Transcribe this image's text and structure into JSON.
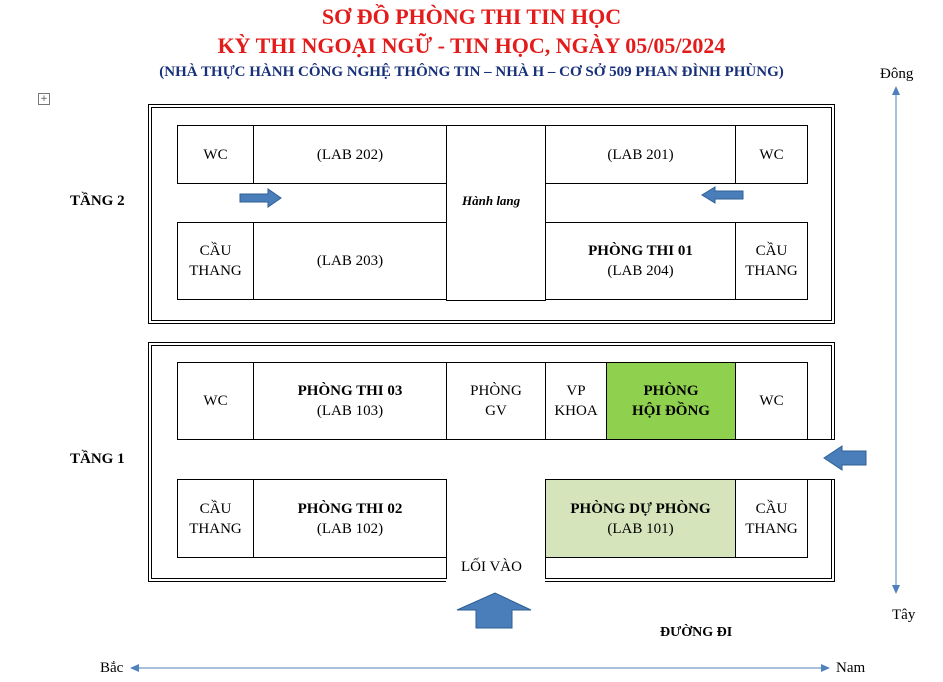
{
  "title": {
    "line1": "SƠ ĐỒ PHÒNG THI TIN HỌC",
    "line2": "KỲ THI NGOẠI NGỮ - TIN HỌC, NGÀY 05/05/2024",
    "line3": "(NHÀ THỰC HÀNH CÔNG NGHỆ THÔNG TIN – NHÀ H – CƠ SỞ 509 PHAN ĐÌNH PHÙNG)"
  },
  "directions": {
    "east": "Đông",
    "west": "Tây",
    "north": "Bắc",
    "south": "Nam"
  },
  "floor2": {
    "label": "TẦNG 2",
    "corridor": "Hành lang",
    "wc_left": "WC",
    "lab202": "(LAB 202)",
    "lab201": "(LAB 201)",
    "wc_right": "WC",
    "stairs_left": [
      "CẦU",
      "THANG"
    ],
    "lab203": "(LAB 203)",
    "exam01": {
      "name": "PHÒNG THI 01",
      "lab": "(LAB 204)"
    },
    "stairs_right": [
      "CẦU",
      "THANG"
    ]
  },
  "floor1": {
    "label": "TẦNG 1",
    "wc_left": "WC",
    "exam03": {
      "name": "PHÒNG THI 03",
      "lab": "(LAB 103)"
    },
    "teacher_room": [
      "PHÒNG",
      "GV"
    ],
    "faculty_office": [
      "VP",
      "KHOA"
    ],
    "council_room": [
      "PHÒNG",
      "HỘI ĐỒNG"
    ],
    "wc_right": "WC",
    "stairs_left": [
      "CẦU",
      "THANG"
    ],
    "exam02": {
      "name": "PHÒNG THI 02",
      "lab": "(LAB 102)"
    },
    "reserve_room": {
      "name": "PHÒNG DỰ PHÒNG",
      "lab": "(LAB 101)"
    },
    "stairs_right": [
      "CẦU",
      "THANG"
    ],
    "entrance": "LỐI VÀO"
  },
  "road": "ĐƯỜNG ĐI",
  "colors": {
    "title_red": "#e41b1b",
    "subtitle_blue": "#17307a",
    "council_green": "#8fd14f",
    "reserve_green": "#d6e4bc",
    "arrow_blue": "#4a7ebb",
    "axis_blue": "#4f81bd"
  }
}
